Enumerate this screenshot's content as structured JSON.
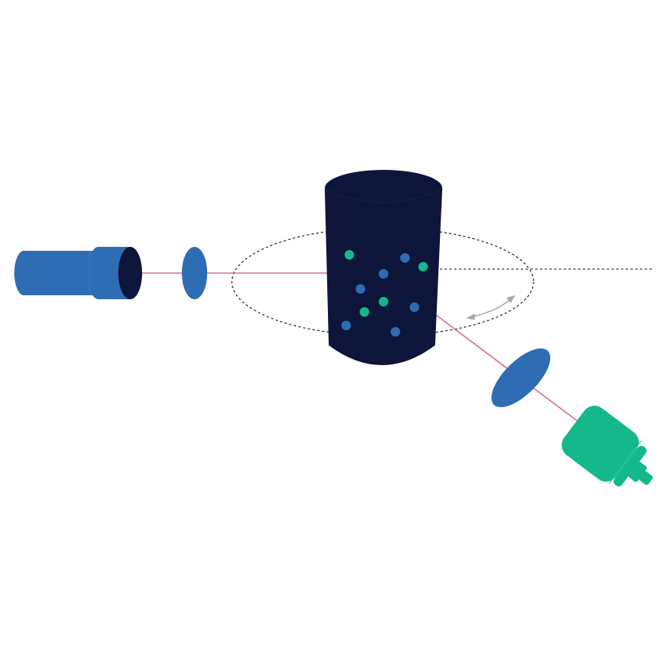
{
  "diagram": {
    "type": "optical-setup",
    "components": [
      {
        "id": "light-source",
        "shape": "cylinder",
        "color": "#2e6db4"
      },
      {
        "id": "lens-1",
        "shape": "lens",
        "color": "#2e6db4"
      },
      {
        "id": "sample-vessel",
        "shape": "cylinder",
        "color": "#0d153b"
      },
      {
        "id": "lens-2",
        "shape": "lens",
        "color": "#2e6db4"
      },
      {
        "id": "detector",
        "shape": "camera",
        "color": "#14b88a"
      }
    ],
    "particles": {
      "blue_count": 6,
      "green_count": 4,
      "blue_color": "#2e6db4",
      "green_color": "#14b88a"
    },
    "beam_color": "#c75b83",
    "rotation_arrow_color": "#a8a8a8",
    "path_style": "dashed"
  }
}
